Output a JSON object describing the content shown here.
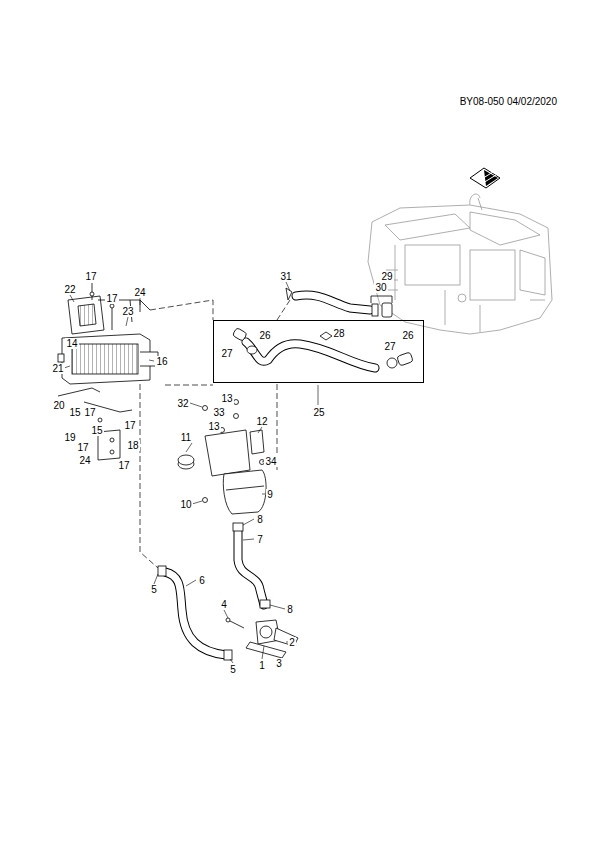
{
  "diagram": {
    "nodes": [
      {
        "text": [
          "26",
          "28",
          "26",
          "27",
          "27",
          "25"
        ]
      }
    ],
    "labels": [
      "BY08-050 04/02/2020",
      "31",
      "29",
      "30",
      "17",
      "22",
      "17",
      "24",
      "23",
      "14",
      "16",
      "21",
      "20",
      "15",
      "17",
      "17",
      "19",
      "15",
      "17",
      "18",
      "24",
      "17",
      "32",
      "13",
      "33",
      "13",
      "12",
      "11",
      "34",
      "10",
      "9",
      "8",
      "7",
      "6",
      "5",
      "4",
      "8",
      "2",
      "1",
      "3",
      "5"
    ]
  }
}
